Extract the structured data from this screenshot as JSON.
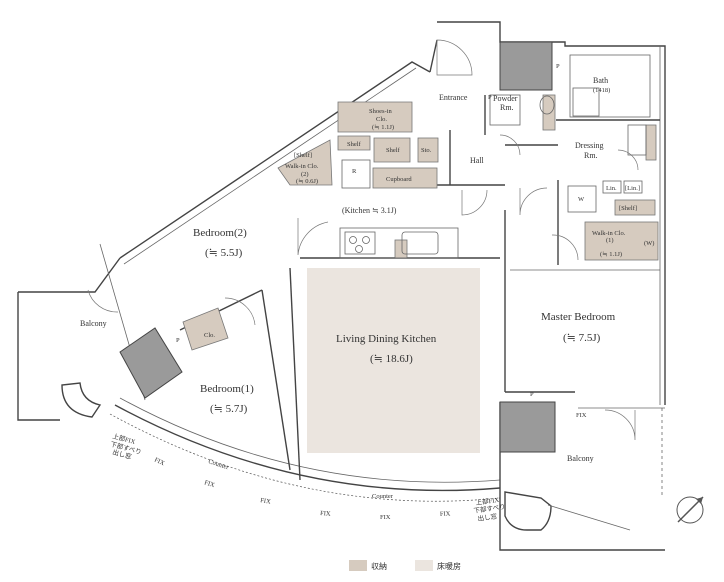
{
  "rooms": {
    "entrance": "Entrance",
    "powder_line1": "Powder",
    "powder_line2": "Rm.",
    "bath": "Bath",
    "bath_size": "(1418)",
    "dressing_line1": "Dressing",
    "dressing_line2": "Rm.",
    "hall": "Hall",
    "kitchen": "(Kitchen ≒ 3.1J)",
    "bedroom2": "Bedroom(2)",
    "bedroom2_size": "(≒ 5.5J)",
    "bedroom1": "Bedroom(1)",
    "bedroom1_size": "(≒ 5.7J)",
    "ldk": "Living Dining Kitchen",
    "ldk_size": "(≒ 18.6J)",
    "master": "Master Bedroom",
    "master_size": "(≒ 7.5J)",
    "balcony_left": "Balcony",
    "balcony_right": "Balcony"
  },
  "storage": {
    "shoes_line1": "Shoes-in",
    "shoes_line2": "Clo.",
    "shoes_size": "(≒ 1.1J)",
    "shelf_a": "Shelf",
    "shelf_b": "Shelf",
    "shelf_small": "[Shelf]",
    "sto": "Sto.",
    "cupboard": "Cupboard",
    "walkin2_line1": "Walk-in Clo.",
    "walkin2_line2": "(2)",
    "walkin2_size": "(≒ 0.6J)",
    "fridge": "R",
    "clo": "Clo.",
    "lin1": "Lin.",
    "lin2": "[Lin.]",
    "washer": "W",
    "shelf_dressing": "[Shelf]",
    "walkin1_line1": "Walk-in Clo.",
    "walkin1_line2": "(1)",
    "walkin1_size": "(≒ 1.1J)",
    "walkin1_w": "(W)"
  },
  "marks": {
    "p_top": "P",
    "p_powder": "P",
    "p_clo": "P",
    "p_bottom": "P",
    "fix_labels": [
      "FIX",
      "FIX",
      "FIX",
      "FIX",
      "FIX",
      "FIX",
      "FIX"
    ],
    "fix_master": "FIX",
    "counter_a": "Counter",
    "counter_b": "Counter",
    "jp_note_left_1": "上部FIX",
    "jp_note_left_2": "下部すべり",
    "jp_note_left_3": "出し窓",
    "jp_note_right_1": "上部FIX",
    "jp_note_right_2": "下部すべり",
    "jp_note_right_3": "出し窓"
  },
  "legend": {
    "storage_label": "収納",
    "floor_heating_label": "床暖房"
  },
  "colors": {
    "storage": "#d6cbbf",
    "floor_heating": "#ebe5df",
    "outdoor_unit": "#9a9a9a"
  }
}
